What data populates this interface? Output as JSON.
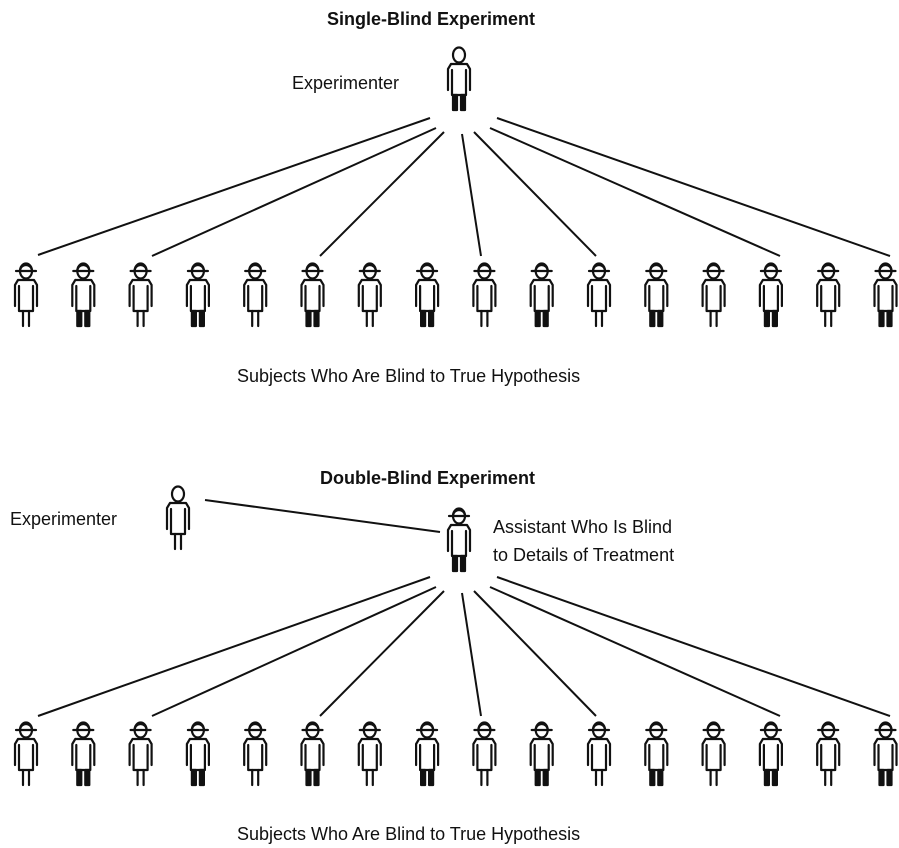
{
  "single_blind": {
    "title": "Single-Blind Experiment",
    "experimenter_label": "Experimenter",
    "subjects_caption": "Subjects Who Are Blind to True Hypothesis",
    "subject_count": 16
  },
  "double_blind": {
    "title": "Double-Blind Experiment",
    "experimenter_label": "Experimenter",
    "assistant_label_line1": "Assistant Who Is Blind",
    "assistant_label_line2": "to Details of Treatment",
    "subjects_caption": "Subjects Who Are Blind to True Hypothesis",
    "subject_count": 16
  },
  "colors": {
    "stroke": "#111111",
    "background": "#ffffff"
  }
}
